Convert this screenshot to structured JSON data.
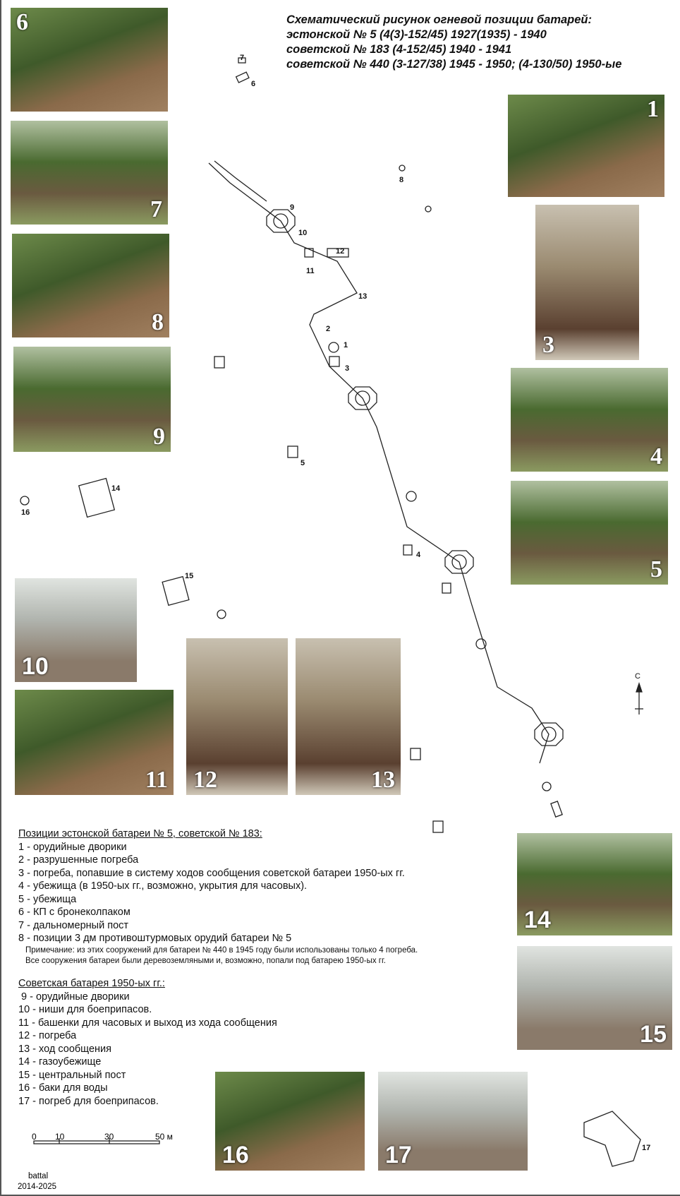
{
  "title": [
    "Схематический рисунок огневой позиции батарей:",
    "эстонской № 5 (4(3)-152/45) 1927(1935) - 1940",
    "советской № 183 (4-152/45) 1940 - 1941",
    "советской № 440 (3-127/38) 1945 - 1950; (4-130/50) 1950-ые"
  ],
  "photos": {
    "p1": "1",
    "p3": "3",
    "p4": "4",
    "p5": "5",
    "p6": "6",
    "p7": "7",
    "p8": "8",
    "p9": "9",
    "p10": "10",
    "p11": "11",
    "p12": "12",
    "p13": "13",
    "p14": "14",
    "p15": "15",
    "p16": "16",
    "p17": "17"
  },
  "map_labels": {
    "l1": "1",
    "l2": "2",
    "l3": "3",
    "l4": "4",
    "l5": "5",
    "l6": "6",
    "l7": "7",
    "l8": "8",
    "l9": "9",
    "l10": "10",
    "l11": "11",
    "l12": "12",
    "l13": "13",
    "l14": "14",
    "l15": "15",
    "l16": "16",
    "l17": "17"
  },
  "compass": "С",
  "legend1": {
    "heading": "Позиции эстонской батареи № 5, советской № 183:",
    "items": [
      "1 - орудийные дворики",
      "2 - разрушенные погреба",
      "3 - погреба, попавшие в систему ходов сообщения советской батареи 1950-ых гг.",
      "4 - убежища (в 1950-ых гг., возможно, укрытия для часовых).",
      "5 - убежища",
      "6 - КП с бронеколпаком",
      "7 - дальномерный пост",
      "8 - позиции 3 дм противоштурмовых орудий батареи № 5"
    ],
    "note": [
      "Примечание: из этих сооружений для батареи № 440 в 1945 году были использованы только 4 погреба.",
      "Все сооружения батареи были деревоземляными и, возможно, попали под батарею 1950-ых гг."
    ]
  },
  "legend2": {
    "heading": "Советская батарея 1950-ых гг.:",
    "items": [
      " 9 - орудийные дворики",
      "10 - ниши для боеприпасов.",
      "11 - башенки для часовых и выход из хода сообщения",
      "12 - погреба",
      "13 - ход сообщения",
      "14 - газоубежище",
      "15 - центральный пост",
      "16 - баки для воды",
      "17 - погреб для боеприпасов."
    ]
  },
  "scale": {
    "t0": "0",
    "t1": "10",
    "t2": "30",
    "t3": "50 м"
  },
  "credit": {
    "author": "battal",
    "years": "2014-2025"
  }
}
